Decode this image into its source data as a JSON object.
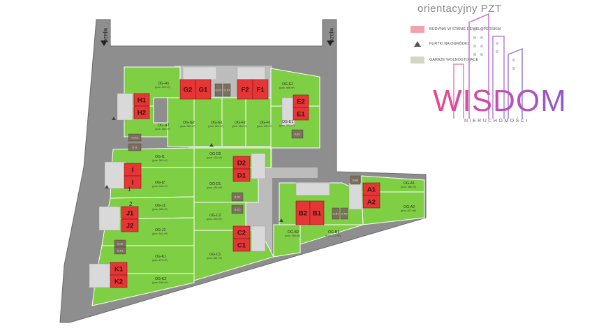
{
  "header": {
    "title": "orientacyjny PZT"
  },
  "legend": [
    {
      "label": "BUDYNKI W STANIE DEWELOPERSKIM",
      "color": "#f0a3ad",
      "kind": "swatch"
    },
    {
      "label": "FURTKI NA OGRÓDKI",
      "color": "#555555",
      "kind": "triangle"
    },
    {
      "label": "GARAŻE WOLNOSTOJĄCE",
      "color": "#d6d6c8",
      "kind": "swatch"
    }
  ],
  "logo": {
    "word": "WISDOM",
    "sub": "NIERUCHOMOŚCI"
  },
  "road": {
    "entry_label": "wjazd"
  },
  "colors": {
    "road": "#8e8e8e",
    "road_edge": "#6a6a6a",
    "plot": "#7fcf45",
    "plot_edge": "#ffffff",
    "building": "#e53535",
    "garage": "#7b6f5e",
    "paving": "#bcbcbc"
  },
  "plots": [
    {
      "id": "H1",
      "name": "OG-H1",
      "area": "(pow. 304 m²)"
    },
    {
      "id": "H2",
      "name": "OG-H2",
      "area": "(pow. 336 m²)"
    },
    {
      "id": "G2",
      "name": "OG-G2",
      "area": "(pow. 461 m²)"
    },
    {
      "id": "G1",
      "name": "OG-G1",
      "area": "(pow. 361 m²)"
    },
    {
      "id": "F2",
      "name": "OG-F2",
      "area": "(pow. 363 m²)"
    },
    {
      "id": "F1",
      "name": "OG-F1",
      "area": "(pow. 440 m²)"
    },
    {
      "id": "E2",
      "name": "OG-E2",
      "area": "(pow. 488 m²)"
    },
    {
      "id": "E1",
      "name": "OG-E1",
      "area": "(pow. 329 m²)"
    },
    {
      "id": "I1",
      "name": "OG-I1",
      "area": "(pow. 384 m²)"
    },
    {
      "id": "I2",
      "name": "OG-I2",
      "area": "(pow. 443 m²)"
    },
    {
      "id": "J1",
      "name": "OG-J1",
      "area": "(pow. 483 m²)"
    },
    {
      "id": "J2",
      "name": "OG-J2",
      "area": "(pow. 641 m²)"
    },
    {
      "id": "K1",
      "name": "OG-K1",
      "area": "(pow. 679 m²)"
    },
    {
      "id": "K2",
      "name": "OG-K2",
      "area": "(pow. 536 m²)"
    },
    {
      "id": "D2",
      "name": "OG-D2",
      "area": "(pow. 414 m²)"
    },
    {
      "id": "D1",
      "name": "OG-D1",
      "area": "(pow. 482 m²)"
    },
    {
      "id": "C2",
      "name": "OG-C2",
      "area": "(pow. 450 m²)"
    },
    {
      "id": "C1",
      "name": "OG-C1",
      "area": "(pow. 661 m²)"
    },
    {
      "id": "B2",
      "name": "OG-B2",
      "area": "(pow. 358 m²)"
    },
    {
      "id": "B1",
      "name": "OG-B1",
      "area": "(pow. 373 m²)"
    },
    {
      "id": "A1",
      "name": "OG-A1",
      "area": "(pow. 386 m²)"
    },
    {
      "id": "A2",
      "name": "OG-A2",
      "area": "(pow. 617 m²)"
    }
  ],
  "buildings": [
    "H1",
    "H2",
    "G2",
    "G1",
    "F2",
    "F1",
    "E2",
    "E1",
    "I",
    "I",
    "J1",
    "J2",
    "K1",
    "K2",
    "D2",
    "D1",
    "C2",
    "C1",
    "B2",
    "B1",
    "A1",
    "A2"
  ],
  "garages": [
    "G.F2",
    "G.F1",
    "G.H2",
    "G.I1",
    "G.E1",
    "G.D1",
    "G.C2",
    "G.J2",
    "G.K1",
    "G.A1",
    "G.A2",
    "G.B1"
  ],
  "markers": [
    "1",
    "2"
  ]
}
